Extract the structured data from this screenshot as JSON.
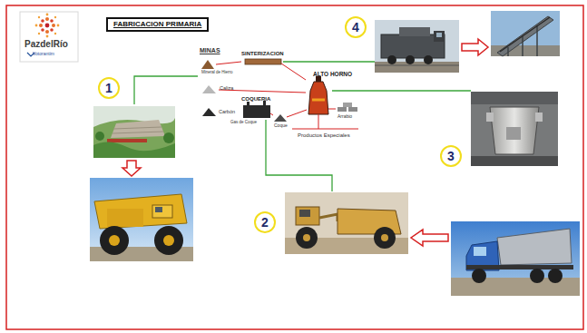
{
  "diagram": {
    "title": "FABRICACION PRIMARIA",
    "nodes": [
      {
        "text": [
          "1"
        ]
      },
      {
        "text": [
          "2"
        ]
      },
      {
        "text": [
          "3"
        ]
      },
      {
        "text": [
          "4"
        ]
      }
    ],
    "labels": [
      "PazdelRío",
      "Votorantim",
      "MINAS",
      "SINTERIZACION",
      "Mineral de Hierro",
      "ALTO HORNO",
      "Caliza",
      "COQUERIA",
      "Carbón",
      "Gas de Coque",
      "Coque",
      "Arrabio",
      "Productos Especiales"
    ]
  }
}
